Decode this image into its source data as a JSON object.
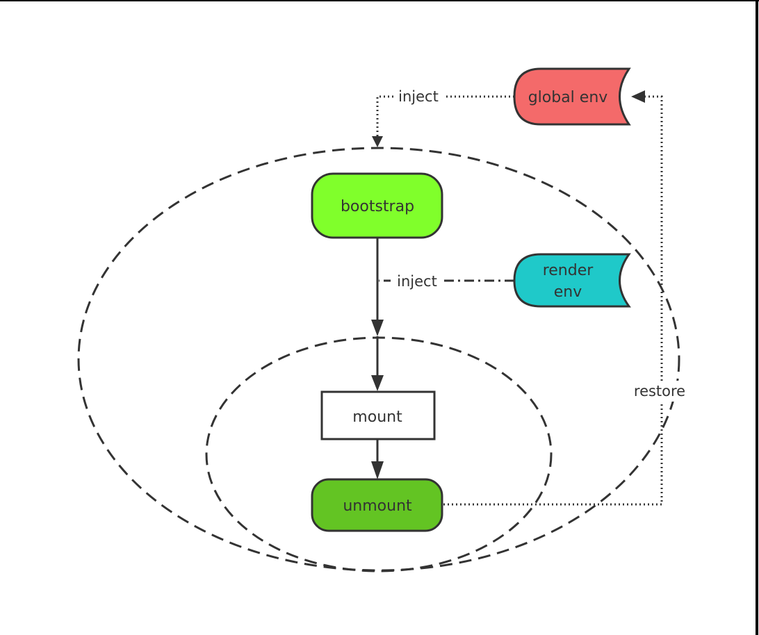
{
  "nodes": {
    "global_env": {
      "label": "global env",
      "color": "#f46a6a"
    },
    "bootstrap": {
      "label": "bootstrap",
      "color": "#80ff2b"
    },
    "render_env": {
      "line1": "render",
      "line2": "env",
      "color": "#1fc9c9"
    },
    "mount": {
      "label": "mount",
      "color": "#ffffff"
    },
    "unmount": {
      "label": "unmount",
      "color": "#63c423"
    }
  },
  "edges": {
    "inject_top": "inject",
    "inject_render": "inject",
    "restore": "restore"
  },
  "colors": {
    "stroke": "#333333",
    "background": "#ffffff"
  }
}
